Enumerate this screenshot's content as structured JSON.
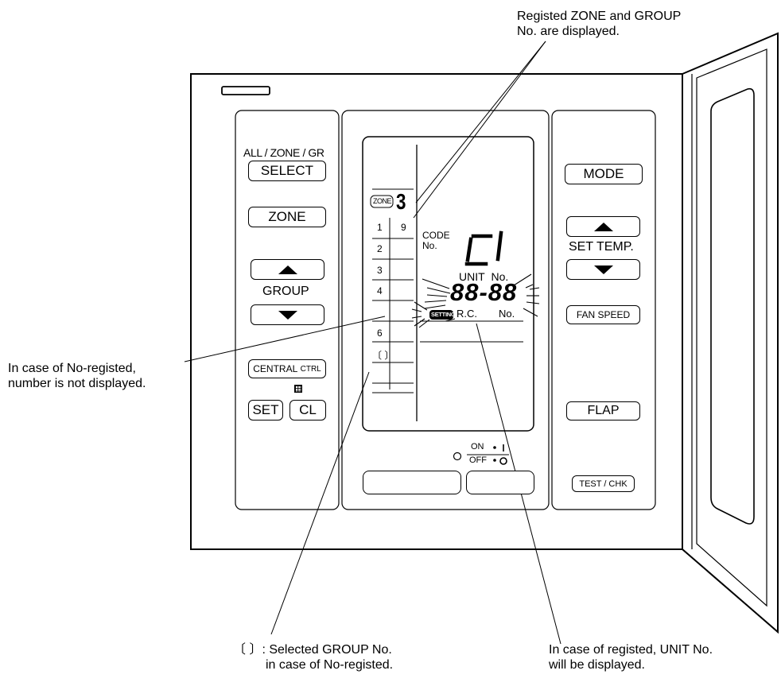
{
  "annotations": {
    "top_line1": "Registed ZONE and GROUP",
    "top_line2": "No. are displayed.",
    "left_line1": "In case of No-registed,",
    "left_line2": "number is not displayed.",
    "bottom_left_prefix": "〔 〕:",
    "bottom_left_line1": "Selected GROUP No.",
    "bottom_left_line2": "in case of No-registed.",
    "bottom_right_line1": "In case of registed, UNIT No.",
    "bottom_right_line2": "will be displayed."
  },
  "left_panel": {
    "all_zone_gr_label": "ALL / ZONE / GR",
    "select_button": "SELECT",
    "zone_button": "ZONE",
    "group_label": "GROUP",
    "central_ctrl_button": "CENTRAL",
    "central_ctrl_small": "CTRL",
    "set_button": "SET",
    "cl_button": "CL"
  },
  "lcd": {
    "zone_badge": "ZONE",
    "zone_number": "3",
    "group_numbers": [
      "1",
      "2",
      "3",
      "4",
      "",
      "6",
      "〔 〕"
    ],
    "second_column_number": "9",
    "code_label_1": "CODE",
    "code_label_2": "No.",
    "code_value": "C1",
    "unit_no_label_1": "UNIT",
    "unit_no_label_2": "No.",
    "segment_display": "88-88",
    "setting_badge": "SETTING",
    "rc_label": "R.C.",
    "rc_no_label": "No."
  },
  "onoff": {
    "on_label": "ON",
    "off_label": "OFF"
  },
  "right_panel": {
    "mode_button": "MODE",
    "set_temp_label": "SET TEMP.",
    "fan_speed_button": "FAN SPEED",
    "flap_button": "FLAP",
    "test_chk_button": "TEST / CHK"
  }
}
